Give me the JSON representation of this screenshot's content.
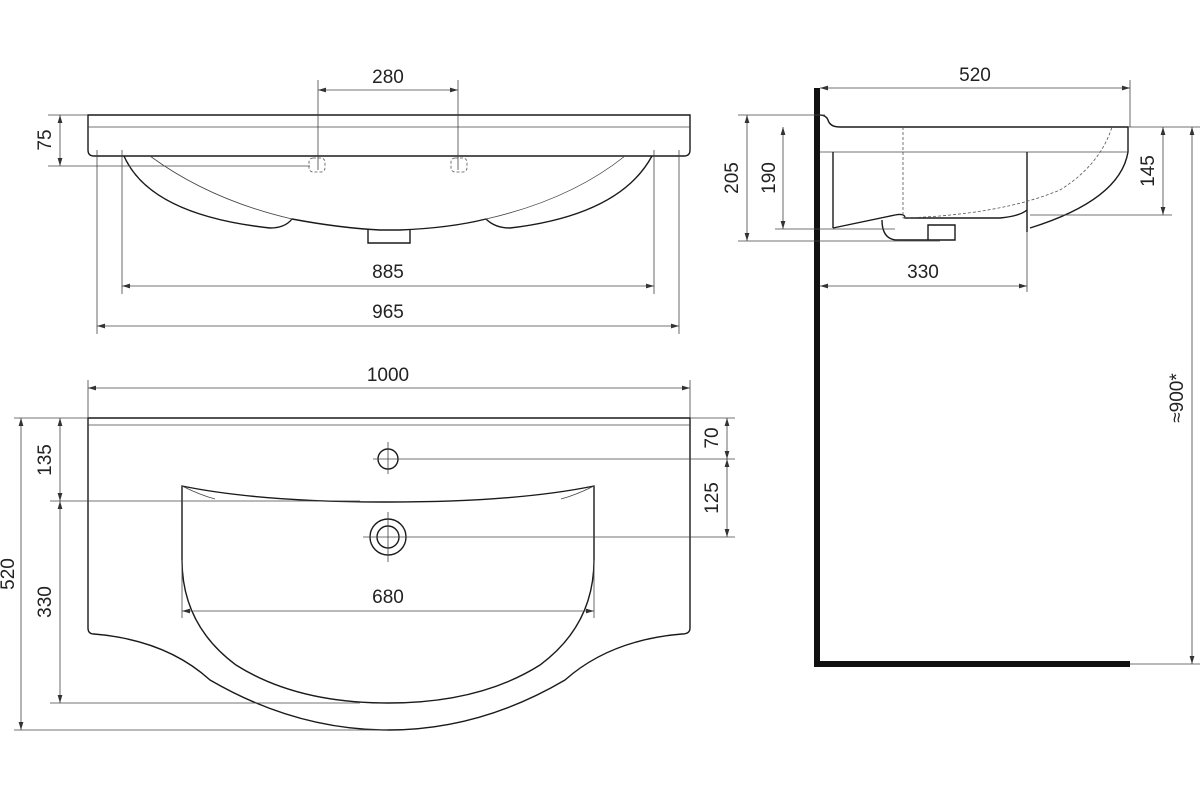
{
  "drawing": {
    "front_view": {
      "tap_hole_spacing": "280",
      "height": "75",
      "inner_width": "885",
      "outer_width": "965"
    },
    "top_view": {
      "width": "1000",
      "depth": "520",
      "tap_hole_offset": "135",
      "bowl_depth": "330",
      "tap_to_edge": "70",
      "tap_to_drain": "125",
      "bowl_width": "680"
    },
    "side_view": {
      "depth": "520",
      "total_height": "205",
      "body_height": "190",
      "front_height": "145",
      "wall_to_cabinet": "330",
      "mounting_height": "≈900*"
    }
  }
}
